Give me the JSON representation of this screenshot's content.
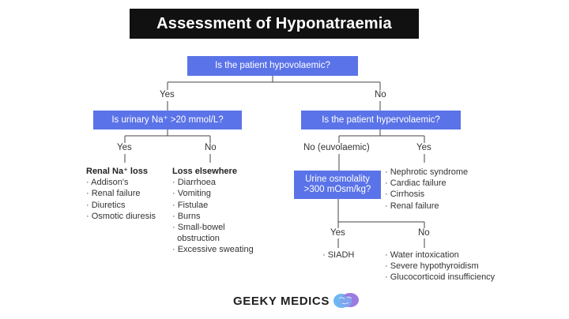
{
  "title": "Assessment of Hyponatraemia",
  "q_root": "Is the patient hypovolaemic?",
  "root_yes": "Yes",
  "root_no": "No",
  "q_urinary": "Is urinary Na⁺ >20 mmol/L?",
  "q_hyper": "Is the patient hypervolaemic?",
  "urinary_yes": "Yes",
  "urinary_no": "No",
  "hyper_no": "No (euvolaemic)",
  "hyper_yes": "Yes",
  "renal": {
    "heading": "Renal Na⁺ loss",
    "items": [
      "· Addison's",
      "· Renal failure",
      "· Diuretics",
      "· Osmotic diuresis"
    ]
  },
  "elsewhere": {
    "heading": "Loss elsewhere",
    "items": [
      "· Diarrhoea",
      "· Vomiting",
      "· Fistulae",
      "· Burns",
      "· Small-bowel",
      "  obstruction",
      "· Excessive sweating"
    ]
  },
  "q_osm_line1": "Urine osmolality",
  "q_osm_line2": ">300 mOsm/kg?",
  "hyper_causes": {
    "items": [
      "· Nephrotic syndrome",
      "· Cardiac failure",
      "· Cirrhosis",
      "· Renal failure"
    ]
  },
  "osm_yes": "Yes",
  "osm_no": "No",
  "siadh": "· SIADH",
  "osm_no_causes": {
    "items": [
      "· Water intoxication",
      "· Severe hypothyroidism",
      "· Glucocorticoid insufficiency"
    ]
  },
  "brand": "GEEKY MEDICS",
  "colors": {
    "accent": "#5b73e8",
    "title_bg": "#111111",
    "brain": "#6fb6f0"
  }
}
